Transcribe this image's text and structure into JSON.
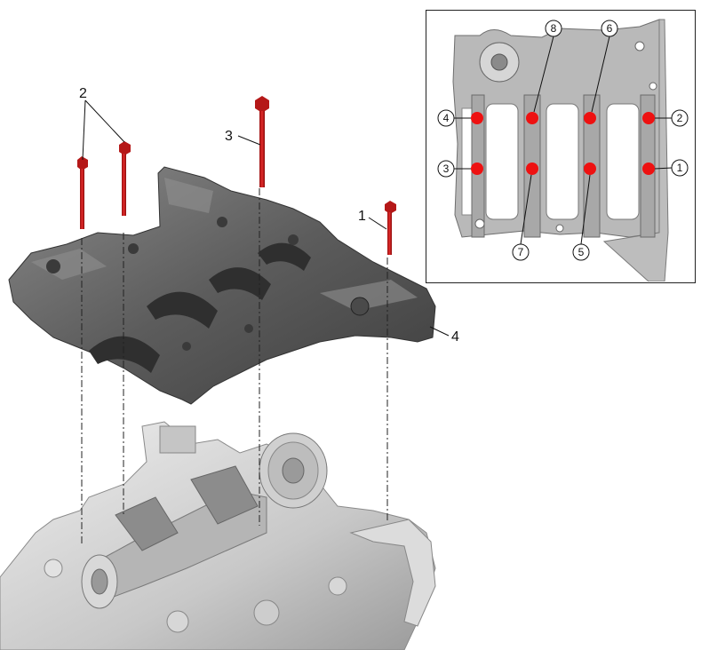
{
  "main_labels": {
    "bolt_1": "1",
    "bolts_2": "2",
    "bolt_3": "3",
    "housing_4": "4"
  },
  "inset": {
    "callouts": [
      {
        "id": "c1",
        "text": "1"
      },
      {
        "id": "c2",
        "text": "2"
      },
      {
        "id": "c3",
        "text": "3"
      },
      {
        "id": "c4",
        "text": "4"
      },
      {
        "id": "c5",
        "text": "5"
      },
      {
        "id": "c6",
        "text": "6"
      },
      {
        "id": "c7",
        "text": "7"
      },
      {
        "id": "c8",
        "text": "8"
      }
    ]
  },
  "colors": {
    "bolt_red": "#d42020",
    "marker_red": "#ee1111",
    "part_dark": "#5f5f5f",
    "part_light": "#cfcfcf",
    "line": "#222222"
  }
}
